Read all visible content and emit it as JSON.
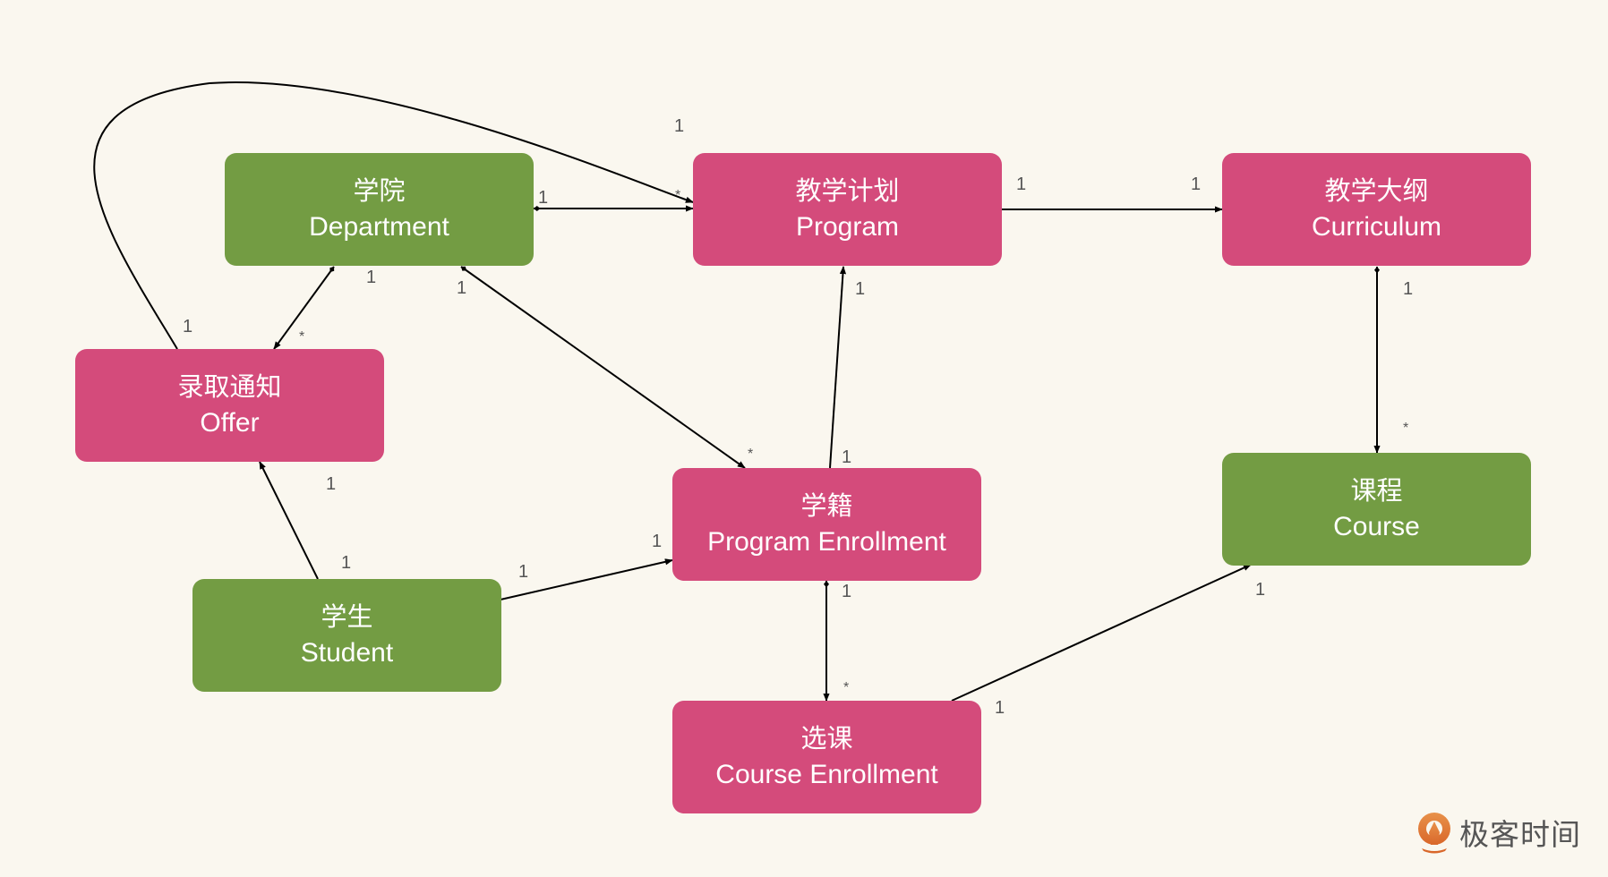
{
  "diagram": {
    "colors": {
      "background": "#FAF7EF",
      "entity_green": "#739C43",
      "entity_pink": "#D44B7B",
      "line": "#000000",
      "label": "#555555"
    },
    "nodes": {
      "department": {
        "zh": "学院",
        "en": "Department",
        "color": "green"
      },
      "program": {
        "zh": "教学计划",
        "en": "Program",
        "color": "pink"
      },
      "curriculum": {
        "zh": "教学大纲",
        "en": "Curriculum",
        "color": "pink"
      },
      "offer": {
        "zh": "录取通知",
        "en": "Offer",
        "color": "pink"
      },
      "program_enrollment": {
        "zh": "学籍",
        "en": "Program Enrollment",
        "color": "pink"
      },
      "course": {
        "zh": "课程",
        "en": "Course",
        "color": "green"
      },
      "student": {
        "zh": "学生",
        "en": "Student",
        "color": "green"
      },
      "course_enrollment": {
        "zh": "选课",
        "en": "Course Enrollment",
        "color": "pink"
      }
    },
    "edges": [
      {
        "from": "offer",
        "to": "program",
        "from_mult": "1",
        "to_mult": "1",
        "style": "curve-arrow"
      },
      {
        "from": "department",
        "to": "program",
        "from_mult": "1",
        "to_mult": "*",
        "style": "diamond-arrow"
      },
      {
        "from": "program",
        "to": "curriculum",
        "from_mult": "1",
        "to_mult": "1",
        "style": "arrow"
      },
      {
        "from": "department",
        "to": "offer",
        "from_mult": "1",
        "to_mult": "*",
        "style": "diamond-arrow"
      },
      {
        "from": "department",
        "to": "program_enrollment",
        "from_mult": "1",
        "to_mult": "*",
        "style": "diamond-arrow"
      },
      {
        "from": "program_enrollment",
        "to": "program",
        "from_mult": "1",
        "to_mult": "1",
        "style": "arrow"
      },
      {
        "from": "curriculum",
        "to": "course",
        "from_mult": "1",
        "to_mult": "*",
        "style": "diamond-arrow"
      },
      {
        "from": "student",
        "to": "offer",
        "from_mult": "1",
        "to_mult": "1",
        "style": "arrow"
      },
      {
        "from": "student",
        "to": "program_enrollment",
        "from_mult": "1",
        "to_mult": "1",
        "style": "arrow"
      },
      {
        "from": "program_enrollment",
        "to": "course_enrollment",
        "from_mult": "1",
        "to_mult": "*",
        "style": "diamond-arrow"
      },
      {
        "from": "course_enrollment",
        "to": "course",
        "from_mult": "1",
        "to_mult": "1",
        "style": "arrow"
      }
    ]
  },
  "watermark": {
    "text": "极客时间",
    "icon": "geektime-logo-icon"
  }
}
